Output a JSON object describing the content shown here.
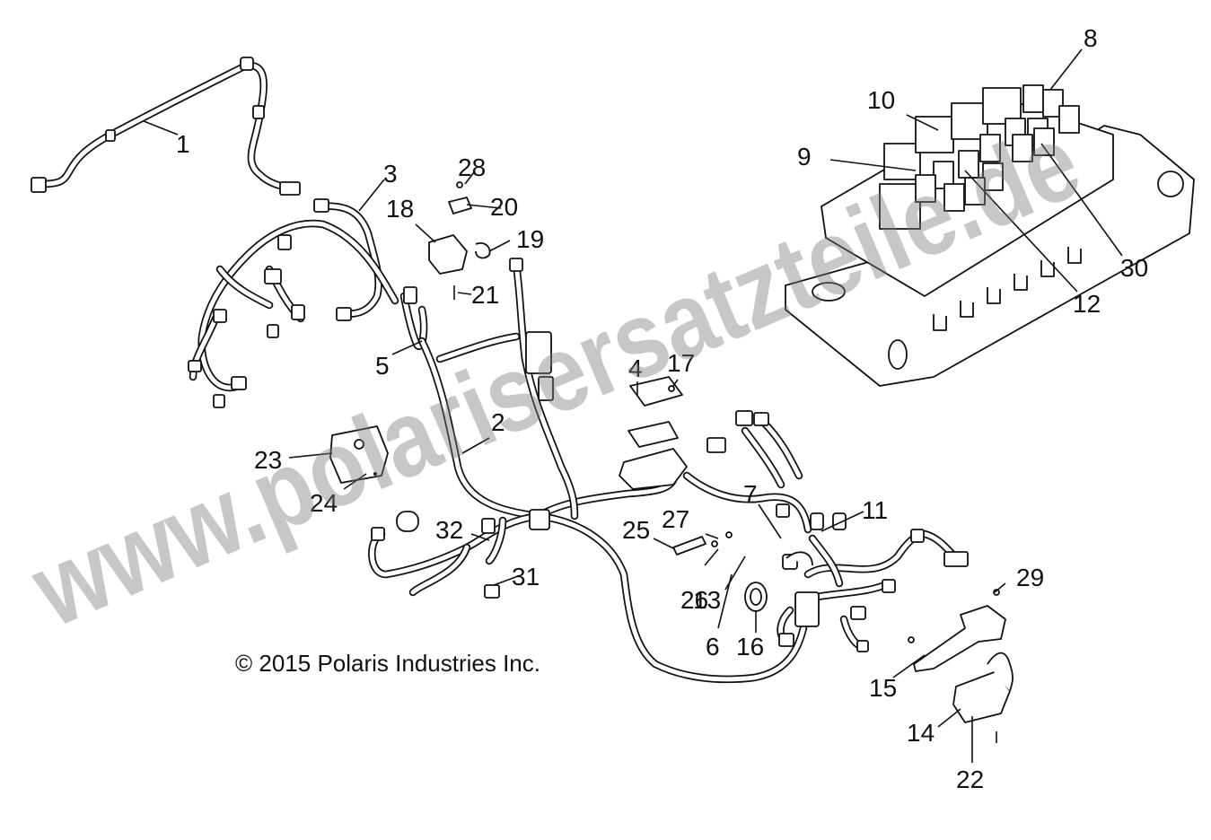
{
  "callouts": [
    {
      "id": "1",
      "label": "1"
    },
    {
      "id": "2",
      "label": "2"
    },
    {
      "id": "3",
      "label": "3"
    },
    {
      "id": "4",
      "label": "4"
    },
    {
      "id": "5",
      "label": "5"
    },
    {
      "id": "6",
      "label": "6"
    },
    {
      "id": "7",
      "label": "7"
    },
    {
      "id": "8",
      "label": "8"
    },
    {
      "id": "9",
      "label": "9"
    },
    {
      "id": "10",
      "label": "10"
    },
    {
      "id": "11",
      "label": "11"
    },
    {
      "id": "12",
      "label": "12"
    },
    {
      "id": "13",
      "label": "13"
    },
    {
      "id": "14",
      "label": "14"
    },
    {
      "id": "15",
      "label": "15"
    },
    {
      "id": "16",
      "label": "16"
    },
    {
      "id": "17",
      "label": "17"
    },
    {
      "id": "18",
      "label": "18"
    },
    {
      "id": "19",
      "label": "19"
    },
    {
      "id": "20",
      "label": "20"
    },
    {
      "id": "21",
      "label": "21"
    },
    {
      "id": "22",
      "label": "22"
    },
    {
      "id": "23",
      "label": "23"
    },
    {
      "id": "24",
      "label": "24"
    },
    {
      "id": "25",
      "label": "25"
    },
    {
      "id": "26",
      "label": "26"
    },
    {
      "id": "27",
      "label": "27"
    },
    {
      "id": "28",
      "label": "28"
    },
    {
      "id": "29",
      "label": "29"
    },
    {
      "id": "30",
      "label": "30"
    },
    {
      "id": "31",
      "label": "31"
    },
    {
      "id": "32",
      "label": "32"
    }
  ],
  "copyright": "© 2015 Polaris Industries Inc.",
  "watermark": "www.polarisersatzteile.de",
  "colors": {
    "ink": "#111111",
    "background": "#ffffff",
    "watermark": "#7a7a7a"
  }
}
